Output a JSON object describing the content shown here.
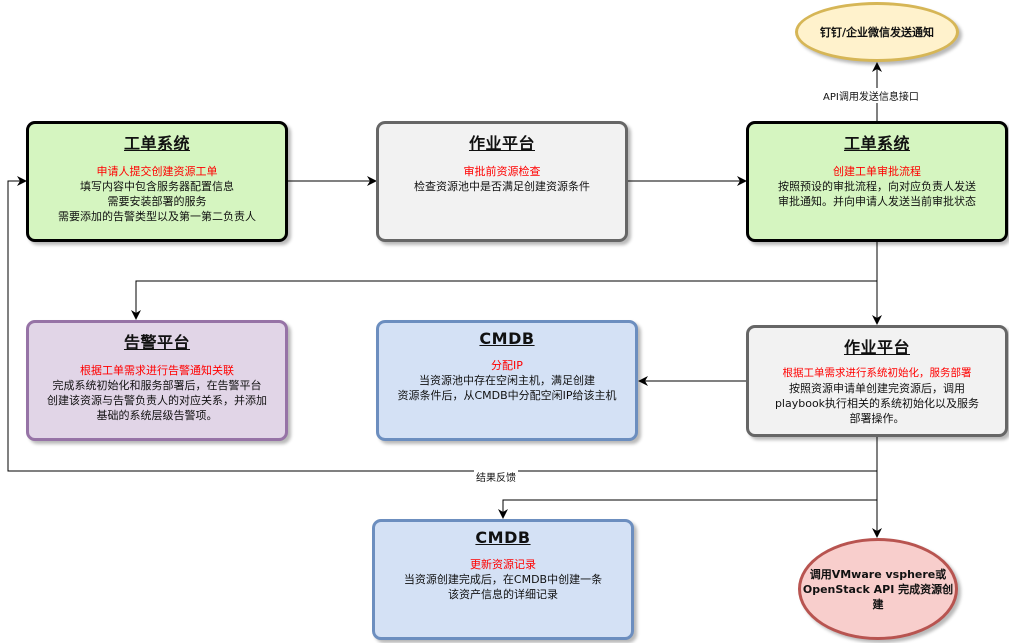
{
  "nodes": {
    "ticket1": {
      "title": "工单系统",
      "subtitle": "申请人提交创建资源工单",
      "body": [
        "填写内容中包含服务器配置信息",
        "需要安装部署的服务",
        "需要添加的告警类型以及第一第二负责人"
      ]
    },
    "job1": {
      "title": "作业平台",
      "subtitle": "审批前资源检查",
      "body": [
        "检查资源池中是否满足创建资源条件"
      ]
    },
    "ticket2": {
      "title": "工单系统",
      "subtitle": "创建工单审批流程",
      "body": [
        "按照预设的审批流程，向对应负责人发送",
        "审批通知。并向申请人发送当前审批状态"
      ]
    },
    "notify": {
      "label": "钉钉/企业微信发送通知"
    },
    "alert": {
      "title": "告警平台",
      "subtitle": "根据工单需求进行告警通知关联",
      "body": [
        "完成系统初始化和服务部署后，在告警平台",
        "创建该资源与告警负责人的对应关系，并添加",
        "基础的系统层级告警项。"
      ]
    },
    "cmdb1": {
      "title": "CMDB",
      "subtitle": "分配IP",
      "body": [
        "当资源池中存在空闲主机，满足创建",
        "资源条件后，从CMDB中分配空闲IP给该主机"
      ]
    },
    "job2": {
      "title": "作业平台",
      "subtitle": "根据工单需求进行系统初始化，服务部署",
      "body": [
        "按照资源申请单创建完资源后，调用",
        "playbook执行相关的系统初始化以及服务",
        "部署操作。"
      ]
    },
    "cmdb2": {
      "title": "CMDB",
      "subtitle": "更新资源记录",
      "body": [
        "当资源创建完成后，在CMDB中创建一条",
        "该资产信息的详细记录"
      ]
    },
    "vm": {
      "label": [
        "调用VMware vsphere或",
        "OpenStack API 完成资源创",
        "建"
      ]
    }
  },
  "edge_labels": {
    "api": "API调用发送信息接口",
    "feedback": "结果反馈"
  },
  "colors": {
    "green_fill": "#d5f5c0",
    "gray_fill": "#f2f2f2",
    "purple_fill": "#e1d5e7",
    "purple_stroke": "#9673a6",
    "blue_fill": "#d4e1f5",
    "blue_stroke": "#6c8ebf",
    "yellow_fill": "#fff2cc",
    "yellow_stroke": "#d6b656",
    "red_fill": "#f8cecc",
    "red_stroke": "#b85450",
    "highlight_text": "#ff0000"
  }
}
